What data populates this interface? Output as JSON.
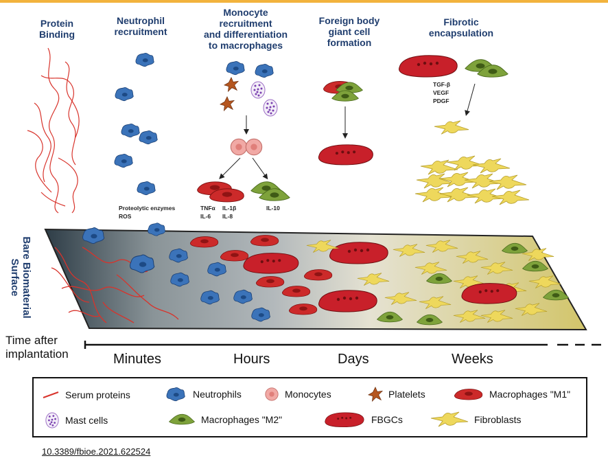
{
  "stages": [
    {
      "id": "protein",
      "title": "Protein\nBinding"
    },
    {
      "id": "neutrophil",
      "title": "Neutrophil\nrecruitment"
    },
    {
      "id": "monocyte",
      "title": "Monocyte\nrecruitment\nand differentiation\nto macrophages"
    },
    {
      "id": "fbgc",
      "title": "Foreign body\ngiant cell\nformation"
    },
    {
      "id": "fibrotic",
      "title": "Fibrotic\nencapsulation"
    }
  ],
  "annotations": {
    "neutrophil_products": "Proteolytic enzymes\nROS",
    "m1_cytokines_a": "TNFα\nIL-6",
    "m1_cytokines_b": "IL-1β\nIL-8",
    "m2_cytokines": "IL-10",
    "growth_factors": "TGF-β\nVEGF\nPDGF"
  },
  "surface_label": "Bare Biomaterial\nSurface",
  "timeline": {
    "title": "Time after\nimplantation",
    "labels": [
      "Minutes",
      "Hours",
      "Days",
      "Weeks"
    ]
  },
  "legend": [
    {
      "icon": "serum-protein-icon",
      "label": "Serum proteins",
      "color": "#d8332b"
    },
    {
      "icon": "neutrophil-icon",
      "label": "Neutrophils",
      "color": "#3b73b9"
    },
    {
      "icon": "monocyte-icon",
      "label": "Monocytes",
      "color": "#f1a9a5"
    },
    {
      "icon": "platelet-icon",
      "label": "Platelets",
      "color": "#b5561f"
    },
    {
      "icon": "macrophage-m1-icon",
      "label": "Macrophages \"M1\"",
      "color": "#cc2a2a"
    },
    {
      "icon": "mast-cell-icon",
      "label": "Mast cells",
      "color": "#9b6bc4"
    },
    {
      "icon": "macrophage-m2-icon",
      "label": "Macrophages \"M2\"",
      "color": "#7ea23b"
    },
    {
      "icon": "fbgc-icon",
      "label": "FBGCs",
      "color": "#c8202a"
    },
    {
      "icon": "fibroblast-icon",
      "label": "Fibroblasts",
      "color": "#eed85c"
    }
  ],
  "doi": "10.3389/fbioe.2021.622524",
  "colors": {
    "accent_bar": "#f2b33d",
    "title_blue": "#1f3d6e"
  }
}
